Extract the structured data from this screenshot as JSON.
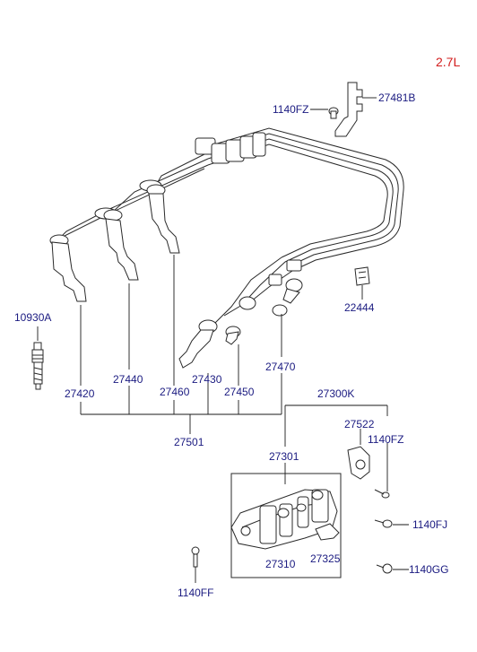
{
  "badge": "2.7L",
  "labels": {
    "p27481B": "27481B",
    "p1140FZ_top": "1140FZ",
    "p22444": "22444",
    "p10930A": "10930A",
    "p27420": "27420",
    "p27440": "27440",
    "p27460": "27460",
    "p27430": "27430",
    "p27450": "27450",
    "p27470": "27470",
    "p27501": "27501",
    "p27300K": "27300K",
    "p27522": "27522",
    "p1140FZ_right": "1140FZ",
    "p27301": "27301",
    "p1140FJ": "1140FJ",
    "p27310": "27310",
    "p27325": "27325",
    "p1140GG": "1140GG",
    "p1140FF": "1140FF"
  },
  "colors": {
    "label": "#1a1a80",
    "badge": "#d21c1c",
    "line": "#2a2a2a"
  }
}
